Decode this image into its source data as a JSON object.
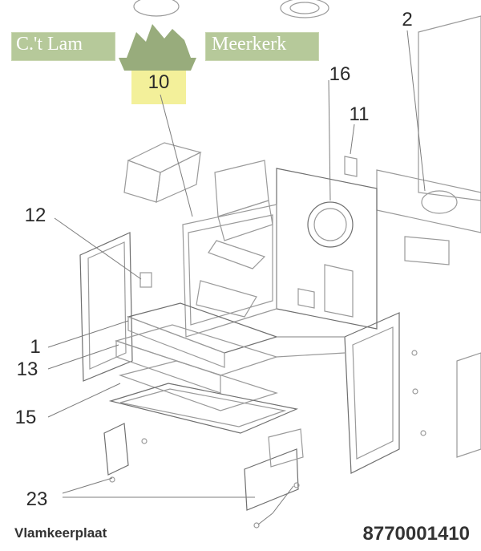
{
  "banner": {
    "left_text": "C.'t Lam",
    "right_text": "Meerkerk",
    "colors": {
      "band": "#b6c99a",
      "text": "#ffffff",
      "logo": "#98ac7c"
    }
  },
  "highlight_color": "#f3f09a",
  "callouts": {
    "n10": "10",
    "n16": "16",
    "n2": "2",
    "n11": "11",
    "n12": "12",
    "n1": "1",
    "n13": "13",
    "n15": "15",
    "n23": "23"
  },
  "footer": {
    "caption": "Vlamkeerplaat",
    "part_number": "8770001410"
  }
}
